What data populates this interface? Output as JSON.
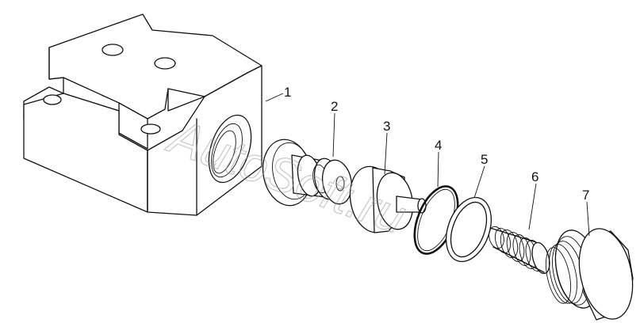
{
  "diagram": {
    "watermark": "AutoSoft.ru",
    "callouts": [
      {
        "id": "1",
        "label": "1"
      },
      {
        "id": "2",
        "label": "2"
      },
      {
        "id": "3",
        "label": "3"
      },
      {
        "id": "4",
        "label": "4"
      },
      {
        "id": "5",
        "label": "5"
      },
      {
        "id": "6",
        "label": "6"
      },
      {
        "id": "7",
        "label": "7"
      }
    ]
  }
}
